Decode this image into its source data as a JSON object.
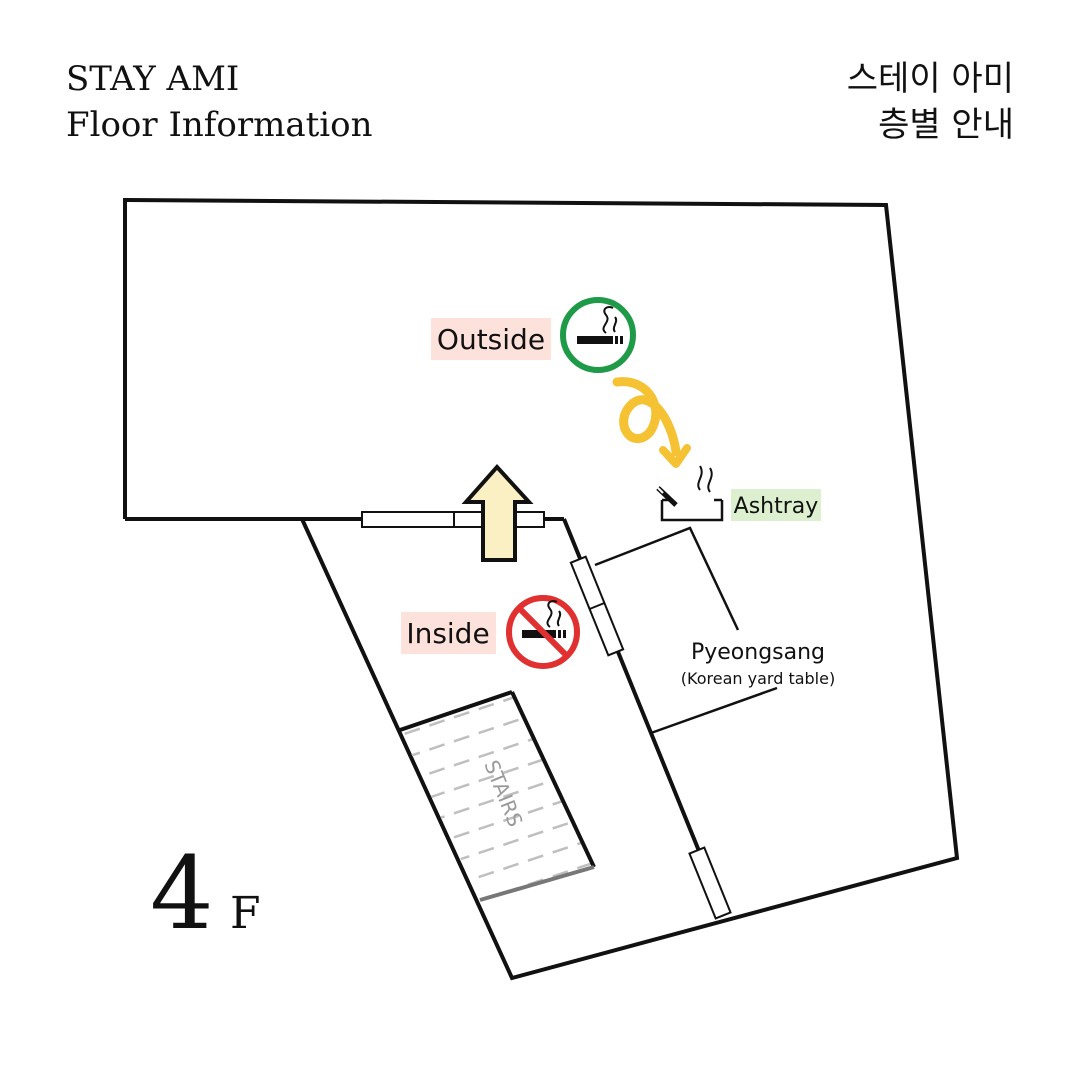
{
  "header": {
    "title_en_line1": "STAY AMI",
    "title_en_line2": "Floor Information",
    "title_ko_line1": "스테이 아미",
    "title_ko_line2": "층별 안내"
  },
  "floor": {
    "number": "4",
    "suffix": "F"
  },
  "zones": {
    "outside": {
      "label": "Outside",
      "smoking": "allowed"
    },
    "inside": {
      "label": "Inside",
      "smoking": "prohibited"
    }
  },
  "ashtray": {
    "label": "Ashtray"
  },
  "pyeongsang": {
    "label": "Pyeongsang",
    "sublabel": "(Korean yard table)"
  },
  "stairs": {
    "label": "STAIRS"
  },
  "colors": {
    "outline": "#111111",
    "outside_highlight": "#fde2dc",
    "inside_highlight": "#fde2dc",
    "ashtray_highlight": "#dcefcf",
    "allowed_ring": "#1e9a48",
    "prohibited_ring": "#e03030",
    "arrow_fill": "#fbefc4",
    "curly_arrow": "#f4c232",
    "stairs_dash": "#bfbfbf",
    "stairs_text": "#9a9a9a"
  },
  "icons": {
    "allowed": "smoking-allowed-icon",
    "prohibited": "no-smoking-icon",
    "ashtray": "ashtray-icon",
    "exit_arrow": "up-arrow-icon",
    "path_arrow": "curly-arrow-icon"
  }
}
